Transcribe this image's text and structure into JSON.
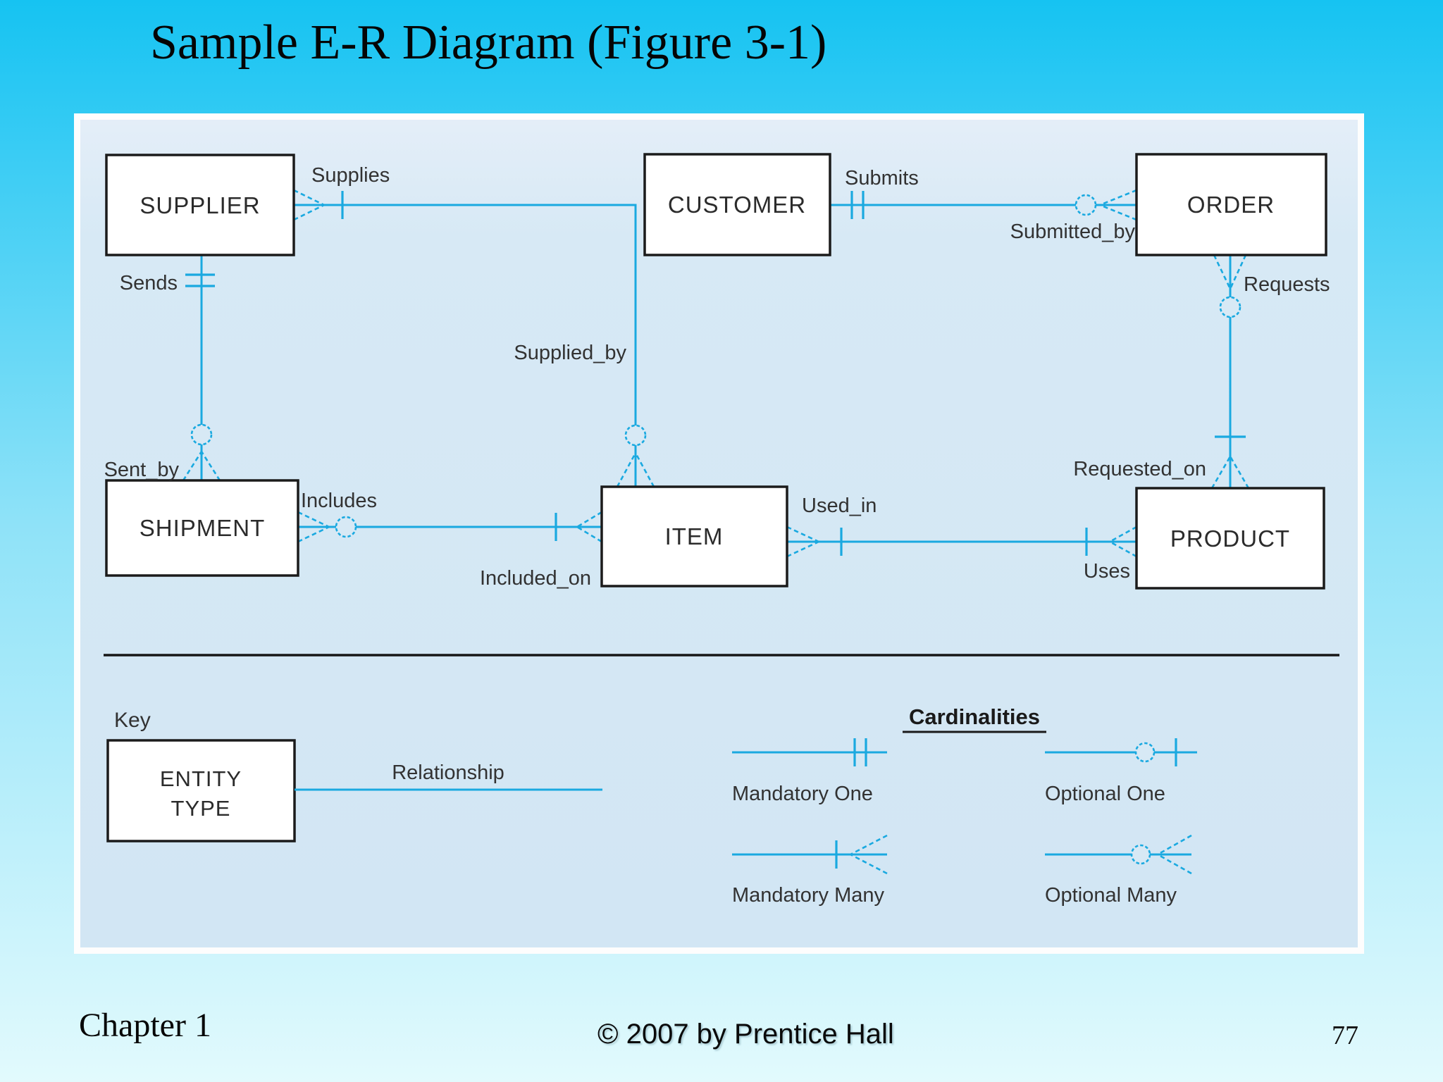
{
  "title": "Sample E-R Diagram (Figure 3-1)",
  "entities": {
    "supplier": "SUPPLIER",
    "customer": "CUSTOMER",
    "order": "ORDER",
    "shipment": "SHIPMENT",
    "item": "ITEM",
    "product": "PRODUCT"
  },
  "labels": {
    "supplies": "Supplies",
    "sends": "Sends",
    "submits": "Submits",
    "submitted_by": "Submitted_by",
    "requests": "Requests",
    "supplied_by": "Supplied_by",
    "sent_by": "Sent_by",
    "includes": "Includes",
    "included_on": "Included_on",
    "used_in": "Used_in",
    "requested_on": "Requested_on",
    "uses": "Uses"
  },
  "key": {
    "heading": "Key",
    "entity_line1": "ENTITY",
    "entity_line2": "TYPE",
    "relationship": "Relationship"
  },
  "cardinalities": {
    "title": "Cardinalities",
    "mandatory_one": "Mandatory One",
    "optional_one": "Optional One",
    "mandatory_many": "Mandatory Many",
    "optional_many": "Optional Many"
  },
  "footer": {
    "chapter": "Chapter 1",
    "copyright": "© 2007 by Prentice Hall",
    "page": "77"
  },
  "colors": {
    "line": "#1aa9e0",
    "panel_bg": "#d7e9f5",
    "bg_top": "#16c3f2",
    "bg_mid": "#8ee2f8",
    "bg_bottom": "#e2fafd",
    "ink": "#1b1b1b"
  }
}
